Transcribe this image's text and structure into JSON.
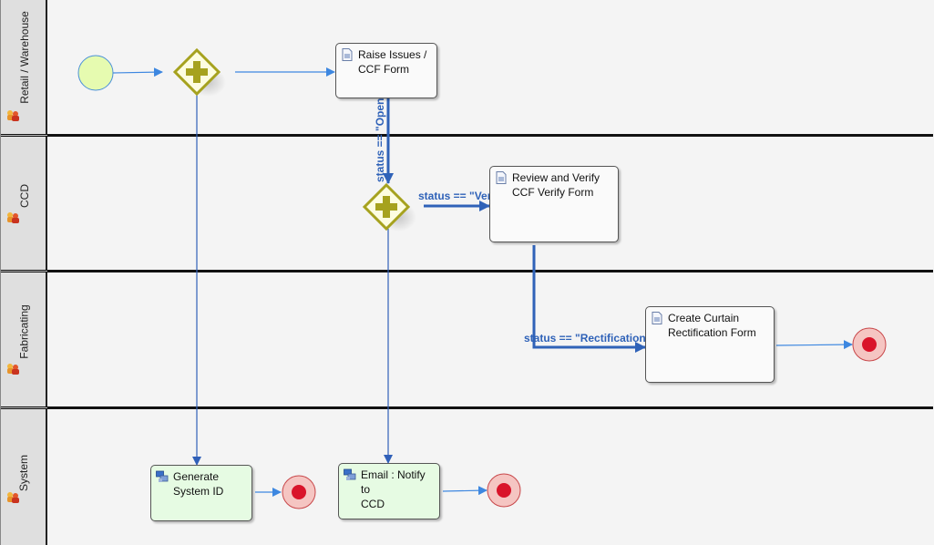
{
  "diagram": {
    "type": "BPMN process",
    "colors": {
      "flow": "#3d87e0",
      "conditional_flow": "#2f62b8",
      "gateway_stroke": "#a6a21e",
      "gateway_fill": "#fdfde0",
      "start_fill": "#e6fbb0",
      "end_fill": "#f5c5c2",
      "end_dot": "#d9142a",
      "service_task_fill": "#e6fbe3",
      "user_task_fill": "#fafafa"
    },
    "lanes": [
      {
        "id": "retail",
        "label": "Retail / Warehouse"
      },
      {
        "id": "ccd",
        "label": "CCD"
      },
      {
        "id": "fabricating",
        "label": "Fabricating"
      },
      {
        "id": "system",
        "label": "System"
      }
    ],
    "nodes": {
      "start": {
        "type": "start-event",
        "lane": "retail"
      },
      "gateway1": {
        "type": "parallel-gateway",
        "lane": "retail"
      },
      "raise_issues": {
        "type": "user-task",
        "lane": "retail",
        "label": "Raise Issues /\nCCF Form"
      },
      "gateway2": {
        "type": "parallel-gateway",
        "lane": "ccd"
      },
      "review_verify": {
        "type": "user-task",
        "lane": "ccd",
        "label": "Review and Verify\nCCF Verify Form"
      },
      "create_curtain": {
        "type": "user-task",
        "lane": "fabricating",
        "label": "Create Curtain\nRectification Form"
      },
      "end_fab": {
        "type": "end-event",
        "lane": "fabricating"
      },
      "generate_id": {
        "type": "service-task",
        "lane": "system",
        "label": "Generate\nSystem ID"
      },
      "end_gen": {
        "type": "end-event",
        "lane": "system"
      },
      "email_notify": {
        "type": "service-task",
        "lane": "system",
        "label": "Email : Notify to\nCCD"
      },
      "end_email": {
        "type": "end-event",
        "lane": "system"
      }
    },
    "flows": [
      {
        "from": "start",
        "to": "gateway1"
      },
      {
        "from": "gateway1",
        "to": "raise_issues"
      },
      {
        "from": "gateway1",
        "to": "generate_id"
      },
      {
        "from": "raise_issues",
        "to": "gateway2",
        "condition": "status == \"Open\""
      },
      {
        "from": "gateway2",
        "to": "review_verify",
        "condition": "status == \"Verify\""
      },
      {
        "from": "gateway2",
        "to": "email_notify"
      },
      {
        "from": "review_verify",
        "to": "create_curtain",
        "condition": "status == \"Rectification\""
      },
      {
        "from": "create_curtain",
        "to": "end_fab"
      },
      {
        "from": "generate_id",
        "to": "end_gen"
      },
      {
        "from": "email_notify",
        "to": "end_email"
      }
    ]
  }
}
